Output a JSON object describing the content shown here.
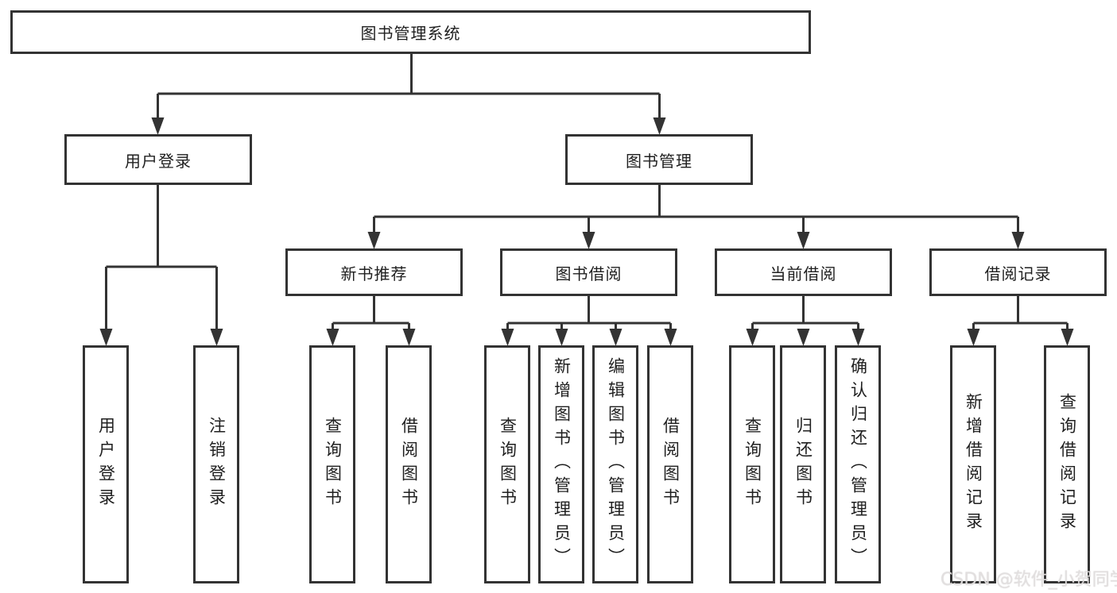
{
  "diagram": {
    "type": "hierarchy-tree",
    "colors": {
      "line": "#333333",
      "box_border": "#333333",
      "text": "#1f1f1f",
      "background": "#ffffff",
      "watermark": "#e4e1e1"
    },
    "tree": {
      "label": "图书管理系统",
      "children": [
        {
          "label": "用户登录",
          "children": [
            {
              "label": "用户登录"
            },
            {
              "label": "注销登录"
            }
          ]
        },
        {
          "label": "图书管理",
          "children": [
            {
              "label": "新书推荐",
              "children": [
                {
                  "label": "查询图书"
                },
                {
                  "label": "借阅图书"
                }
              ]
            },
            {
              "label": "图书借阅",
              "children": [
                {
                  "label": "查询图书"
                },
                {
                  "label": "新增图书（管理员）"
                },
                {
                  "label": "编辑图书（管理员）"
                },
                {
                  "label": "借阅图书"
                }
              ]
            },
            {
              "label": "当前借阅",
              "children": [
                {
                  "label": "查询图书"
                },
                {
                  "label": "归还图书"
                },
                {
                  "label": "确认归还（管理员）"
                }
              ]
            },
            {
              "label": "借阅记录",
              "children": [
                {
                  "label": "新增借阅记录"
                },
                {
                  "label": "查询借阅记录"
                }
              ]
            }
          ]
        }
      ]
    },
    "watermark": {
      "text": "CSDN @软件_小贺同学"
    }
  }
}
